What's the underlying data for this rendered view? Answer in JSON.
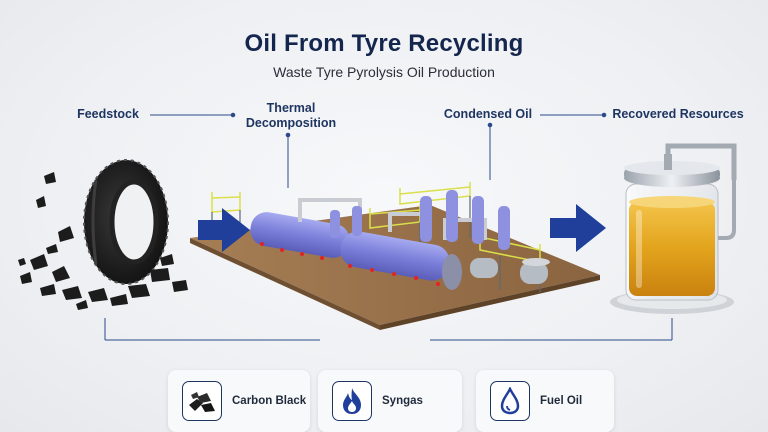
{
  "header": {
    "title": "Oil From Tyre Recycling",
    "subtitle": "Waste Tyre Pyrolysis Oil Production"
  },
  "stages": {
    "feedstock": "Feedstock",
    "thermal": "Thermal Decomposition",
    "condensed": "Condensed Oil",
    "recovered": "Recovered Resources"
  },
  "products": [
    {
      "label": "Carbon Black",
      "icon": "carbon-black-icon"
    },
    {
      "label": "Syngas",
      "icon": "flame-icon"
    },
    {
      "label": "Fuel Oil",
      "icon": "oil-drop-icon"
    }
  ],
  "colors": {
    "accent": "#1f3f9a",
    "title": "#14264d",
    "oil": "#e2a31c",
    "reactor": "#7b7fd9",
    "railing": "#d9e04a"
  }
}
